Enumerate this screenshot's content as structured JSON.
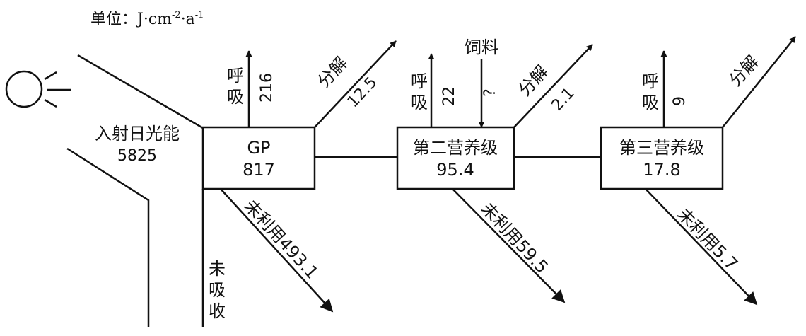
{
  "unit": {
    "label": "单位：",
    "value": "J·cm",
    "exp1": "-2",
    "mid": "·a",
    "exp2": "-1"
  },
  "inflow": {
    "label": "入射日光能",
    "value": "5825"
  },
  "unabsorbed": [
    "未",
    "吸",
    "收"
  ],
  "feed": {
    "label": "饲料",
    "value": "?"
  },
  "levels": [
    {
      "name": "GP",
      "value": "817",
      "respiration_label": [
        "呼",
        "吸"
      ],
      "respiration_value": "216",
      "decomposition_label": "分解",
      "decomposition_value": "12.5",
      "unused_label": "未利用",
      "unused_value": "493.1"
    },
    {
      "name": "第二营养级",
      "value": "95.4",
      "respiration_label": [
        "呼",
        "吸"
      ],
      "respiration_value": "22",
      "decomposition_label": "分解",
      "decomposition_value": "2.1",
      "unused_label": "未利用",
      "unused_value": "59.5"
    },
    {
      "name": "第三营养级",
      "value": "17.8",
      "respiration_label": [
        "呼",
        "吸"
      ],
      "respiration_value": "9",
      "decomposition_label": "分解",
      "decomposition_value": "",
      "unused_label": "未利用",
      "unused_value": "5.7"
    }
  ]
}
